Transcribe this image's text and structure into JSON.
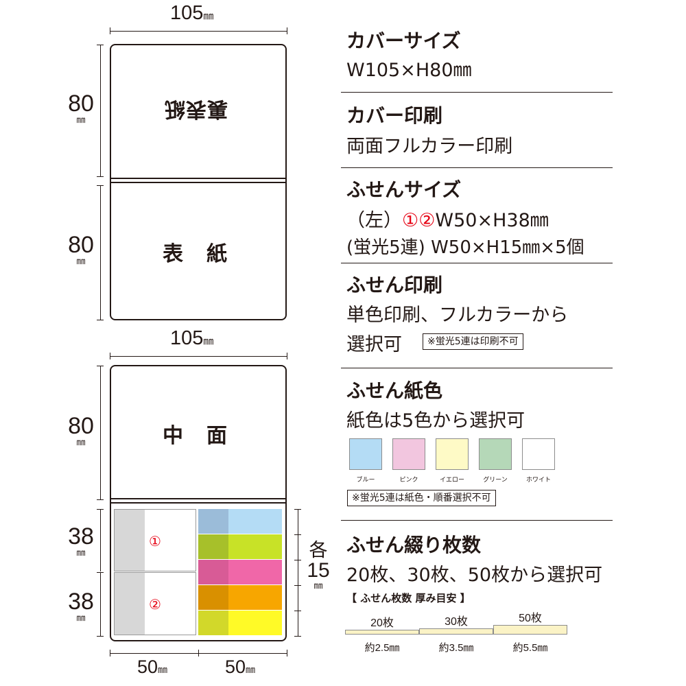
{
  "diagram": {
    "top_width": "105",
    "mid_width": "105",
    "unit": "㎜",
    "height_back": "80",
    "height_front": "80",
    "height_inner": "80",
    "height_sticky1": "38",
    "height_sticky2": "38",
    "each_label": "各",
    "each_value": "15",
    "width_left": "50",
    "width_right": "50",
    "back_label": "裏表紙",
    "front_label": "表　紙",
    "inner_label": "中　面",
    "sticky1": "①",
    "sticky2": "②",
    "strip_colors": [
      {
        "tab": "#9bbcd9",
        "body": "#b4dcf5"
      },
      {
        "tab": "#a7c02a",
        "body": "#c8e227"
      },
      {
        "tab": "#d85b96",
        "body": "#f067a8"
      },
      {
        "tab": "#d99000",
        "body": "#f7a600"
      },
      {
        "tab": "#d2d82a",
        "body": "#fffa27"
      }
    ]
  },
  "specs": {
    "cover_size_title": "カバーサイズ",
    "cover_size_value": "W105×H80㎜",
    "cover_print_title": "カバー印刷",
    "cover_print_value": "両面フルカラー印刷",
    "sticky_size_title": "ふせんサイズ",
    "sticky_size_line1_prefix": "（左）",
    "sticky_size_line1_marks": "①②",
    "sticky_size_line1_value": "W50×H38㎜",
    "sticky_size_line2": "(蛍光5連) W50×H15㎜×5個",
    "sticky_print_title": "ふせん印刷",
    "sticky_print_line1": "単色印刷、フルカラーから",
    "sticky_print_line2": "選択可",
    "sticky_print_note": "※蛍光5連は印刷不可",
    "paper_color_title": "ふせん紙色",
    "paper_color_value": "紙色は5色から選択可",
    "paper_colors": [
      {
        "name": "ブルー",
        "color": "#b4dcf5"
      },
      {
        "name": "ピンク",
        "color": "#f2c6df"
      },
      {
        "name": "イエロー",
        "color": "#fefac6"
      },
      {
        "name": "グリーン",
        "color": "#b5d8b8"
      },
      {
        "name": "ホワイト",
        "color": "#ffffff"
      }
    ],
    "paper_color_note": "※蛍光5連は紙色・順番選択不可",
    "count_title": "ふせん綴り枚数",
    "count_value": "20枚、30枚、50枚から選択可",
    "thickness_heading": "【 ふせん枚数 厚み目安 】",
    "thickness_items": [
      {
        "count": "20枚",
        "thickness": "約2.5㎜"
      },
      {
        "count": "30枚",
        "thickness": "約3.5㎜"
      },
      {
        "count": "50枚",
        "thickness": "約5.5㎜"
      }
    ],
    "thickness_color": "#fbf3c6"
  }
}
